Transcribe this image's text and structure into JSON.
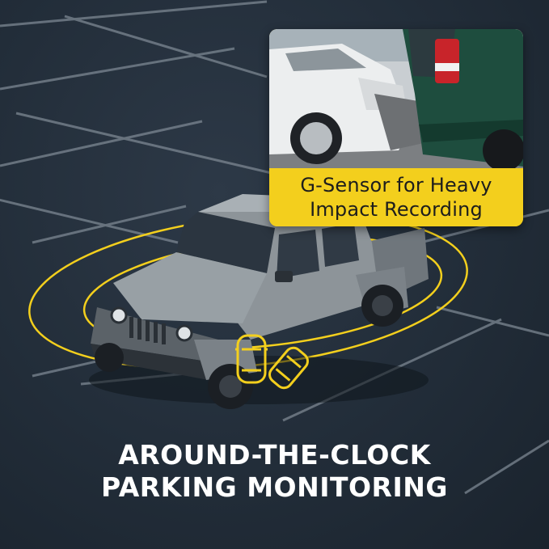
{
  "inset": {
    "caption": "G-Sensor for Heavy\nImpact Recording"
  },
  "headline": {
    "line1": "AROUND-THE-CLOCK",
    "line2": "PARKING MONITORING"
  },
  "colors": {
    "accent": "#f3cf1d",
    "asphalt": "#222d39",
    "truck": "#8d9499"
  },
  "icons": [
    "car-topdown-icon",
    "car-impact-icon"
  ]
}
